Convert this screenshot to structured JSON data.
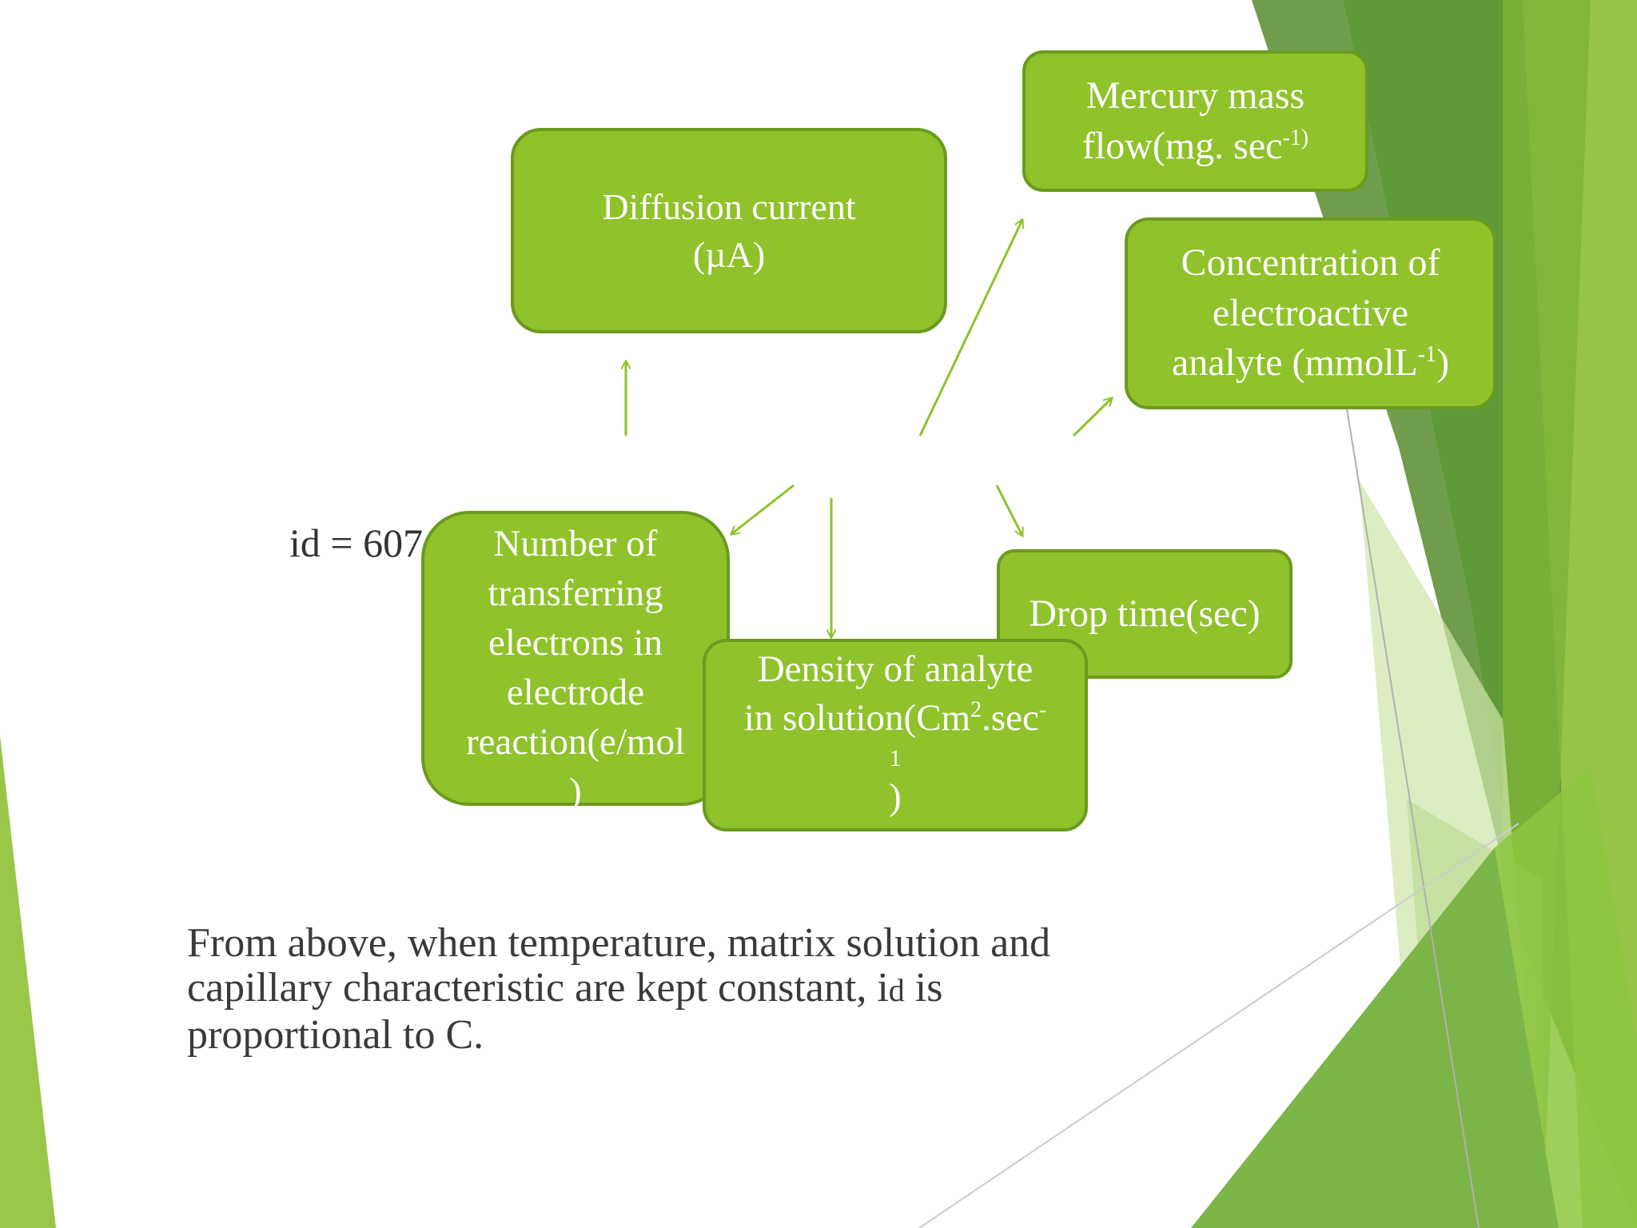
{
  "diagram": {
    "equation_text": "id = 607",
    "nodes": {
      "diffusion_current": [
        "Diffusion current",
        "(µA)"
      ],
      "mercury_mass_flow": {
        "line1": "Mercury mass",
        "line2_main": "flow(mg. sec",
        "line2_sup": "-1)"
      },
      "concentration": {
        "line1": "Concentration of",
        "line2": "electroactive",
        "line3_main": "analyte (mmolL",
        "line3_sup": "-1",
        "line3_end": ")"
      },
      "drop_time": "Drop time(sec)",
      "electrons": [
        "Number of",
        "transferring",
        "electrons in",
        "electrode",
        "reaction(e/mol",
        ")"
      ],
      "density": {
        "line1": "Density of analyte",
        "line2_main": "in solution(Cm",
        "line2_sup": "2",
        "line2_mid": ".sec",
        "line2_end": "-",
        "line3": "1",
        "line4": ")"
      }
    }
  },
  "note": {
    "line1": "From above, when temperature, matrix solution and",
    "line2_start": "capillary characteristic are kept constant, i",
    "line2_sub": "d",
    "line2_end": " is",
    "line3": "proportional to C."
  },
  "colors": {
    "box_fill": "#8fc22b",
    "box_border": "#6b9a1f",
    "arrow": "#8fc22b",
    "text_dark": "#3a3a3a"
  }
}
